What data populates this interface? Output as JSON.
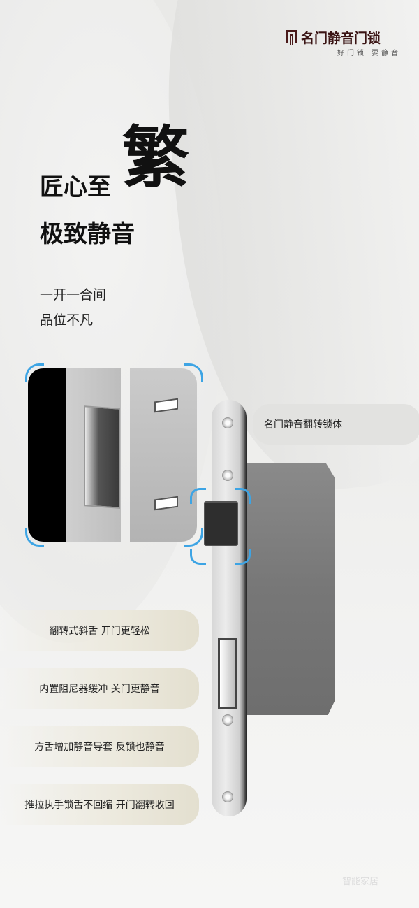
{
  "brand": {
    "name": "名门静音门锁",
    "slogan": "好门锁  要静音",
    "logo_icon": "mingmen-logo-icon",
    "accent_color": "#3a1414"
  },
  "headline": {
    "line1_prefix": "匠心至",
    "line1_big": "繁",
    "line2": "极致静音"
  },
  "subtitle": {
    "line1": "一开一合间",
    "line2": "品位不凡"
  },
  "product": {
    "label": "名门静音翻转锁体",
    "highlight_color": "#3da4e4"
  },
  "features": [
    {
      "text": "翻转式斜舌 开门更轻松"
    },
    {
      "text": "内置阻尼器缓冲 关门更静音"
    },
    {
      "text": "方舌增加静音导套 反锁也静音"
    },
    {
      "text": "推拉执手锁舌不回缩 开门翻转收回"
    }
  ],
  "watermark": {
    "text": "智能家居"
  }
}
